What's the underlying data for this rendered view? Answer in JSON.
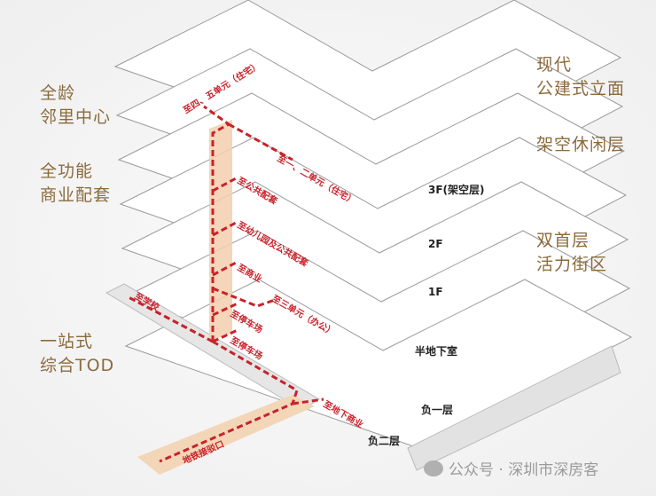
{
  "left_labels": [
    {
      "l1": "全龄",
      "l2": "邻里中心"
    },
    {
      "l1": "全功能",
      "l2": "商业配套"
    },
    {
      "l1": "一站式",
      "l2": "综合TOD"
    }
  ],
  "right_labels": [
    {
      "l1": "现代",
      "l2": "公建式立面"
    },
    {
      "l1": "架空休闲层",
      "l2": ""
    },
    {
      "l1": "双首层",
      "l2": "活力街区"
    }
  ],
  "floors": [
    "3F(架空层)",
    "2F",
    "1F",
    "半地下室",
    "负一层",
    "负二层"
  ],
  "routes": [
    "至四、五单元（住宅）",
    "至一、二单元（住宅）",
    "至公共配套",
    "至幼儿园及公共配套",
    "至商业",
    "至三单元（办公）",
    "至停车场",
    "至停车场",
    "至学校",
    "至地下商业",
    "地铁接驳口"
  ],
  "watermark": "公众号 · 深圳市深房客",
  "colors": {
    "route": "#c8222a",
    "core": "#f3cfae",
    "label": "#8b6b3d"
  }
}
